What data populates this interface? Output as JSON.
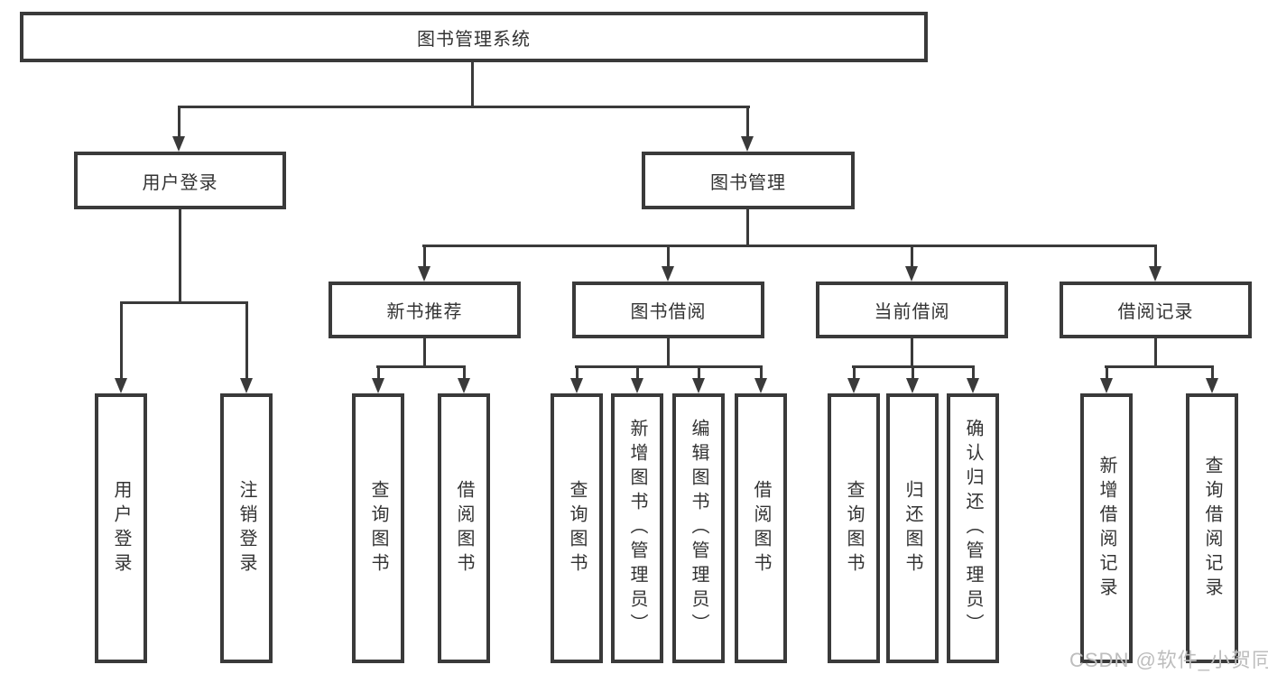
{
  "title": "图书管理系统",
  "tree": {
    "root": "图书管理系统",
    "branches": [
      {
        "label": "用户登录",
        "children": [
          "用户登录",
          "注销登录"
        ]
      },
      {
        "label": "图书管理",
        "children": [
          {
            "label": "新书推荐",
            "children": [
              "查询图书",
              "借阅图书"
            ]
          },
          {
            "label": "图书借阅",
            "children": [
              "查询图书",
              "新增图书（管理员）",
              "编辑图书（管理员）",
              "借阅图书"
            ]
          },
          {
            "label": "当前借阅",
            "children": [
              "查询图书",
              "归还图书",
              "确认归还（管理员）"
            ]
          },
          {
            "label": "借阅记录",
            "children": [
              "新增借阅记录",
              "查询借阅记录"
            ]
          }
        ]
      }
    ]
  },
  "watermark": "CSDN @软件_小贺同学",
  "colors": {
    "line": "#3a3a3a",
    "text": "#333333",
    "watermark": "#bdbdbd",
    "background": "#ffffff"
  }
}
